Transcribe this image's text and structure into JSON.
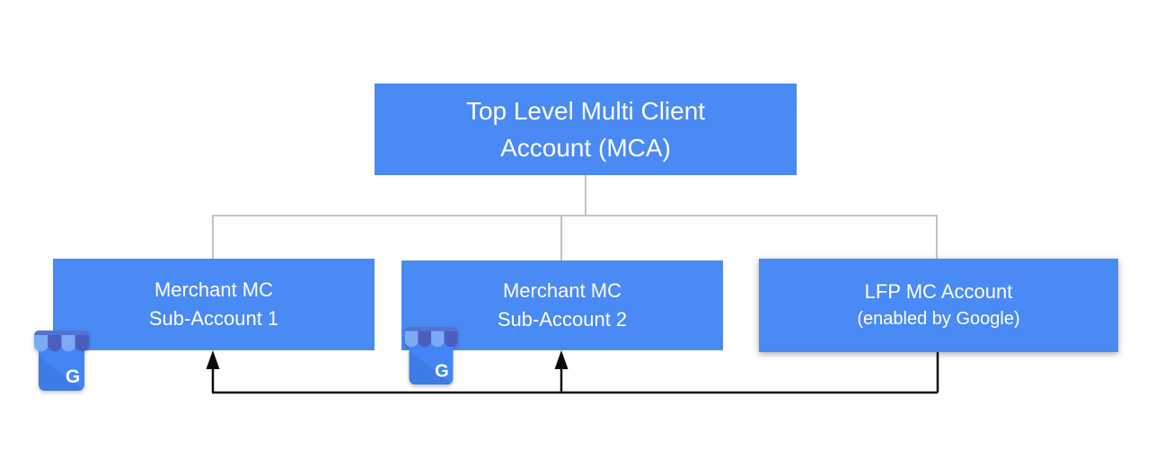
{
  "colors": {
    "background": "#ffffff",
    "node-fill": "#4a8af5",
    "node-text": "#ffffff",
    "tree-line": "#c3c3c3",
    "flow-line": "#0a0a0a"
  },
  "root_node": {
    "line1": "Top Level Multi Client",
    "line2": "Account (MCA)"
  },
  "child_nodes": [
    {
      "line1": "Merchant MC",
      "line2": "Sub-Account 1"
    },
    {
      "line1": "Merchant MC",
      "line2": "Sub-Account 2"
    },
    {
      "line1": "LFP MC Account",
      "line2": "(enabled by Google)"
    }
  ],
  "gmb_icon": {
    "name": "google-my-business-icon",
    "letter": "G",
    "awning_bar": "#5472d3",
    "awning_light": "#7baaf7",
    "awning_dark": "#4a5ec0",
    "body": "#4285f4",
    "body_fold": "#3d7be5",
    "letter_color": "#ffffff"
  }
}
